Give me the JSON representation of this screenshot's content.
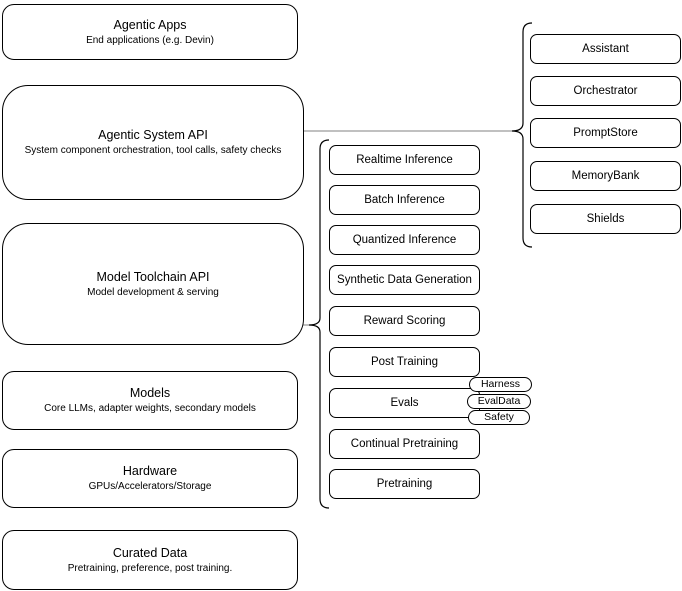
{
  "diagram": {
    "left_panels": [
      {
        "title": "Agentic Apps",
        "subtitle": "End applications (e.g. Devin)"
      },
      {
        "title": "Agentic System API",
        "subtitle": "System component orchestration, tool calls, safety checks"
      },
      {
        "title": "Model Toolchain API",
        "subtitle": "Model development & serving"
      },
      {
        "title": "Models",
        "subtitle": "Core LLMs, adapter weights, secondary models"
      },
      {
        "title": "Hardware",
        "subtitle": "GPUs/Accelerators/Storage"
      },
      {
        "title": "Curated Data",
        "subtitle": "Pretraining, preference, post training."
      }
    ],
    "toolchain_items": [
      "Realtime Inference",
      "Batch Inference",
      "Quantized Inference",
      "Synthetic Data Generation",
      "Reward Scoring",
      "Post Training",
      "Evals",
      "Continual Pretraining",
      "Pretraining"
    ],
    "eval_tags": [
      "Harness",
      "EvalData",
      "Safety"
    ],
    "system_components": [
      "Assistant",
      "Orchestrator",
      "PromptStore",
      "MemoryBank",
      "Shields"
    ],
    "colors": {
      "stroke": "#000000",
      "fill": "#ffffff",
      "connector": "#808080"
    }
  }
}
